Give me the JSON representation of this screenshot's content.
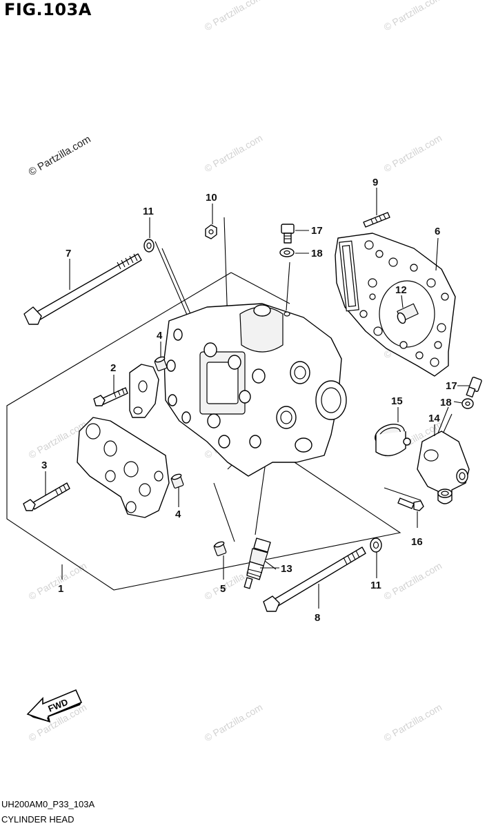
{
  "figure": {
    "title": "FIG.103A"
  },
  "watermark": {
    "text": "© Partzilla.com"
  },
  "callouts": [
    "1",
    "2",
    "3",
    "4",
    "4",
    "5",
    "6",
    "7",
    "8",
    "9",
    "10",
    "11",
    "11",
    "12",
    "13",
    "14",
    "15",
    "16",
    "17",
    "17",
    "18",
    "18"
  ],
  "fwd_label": "FWD",
  "footer": {
    "code": "UH200AM0_P33_103A",
    "name": "CYLINDER HEAD"
  }
}
